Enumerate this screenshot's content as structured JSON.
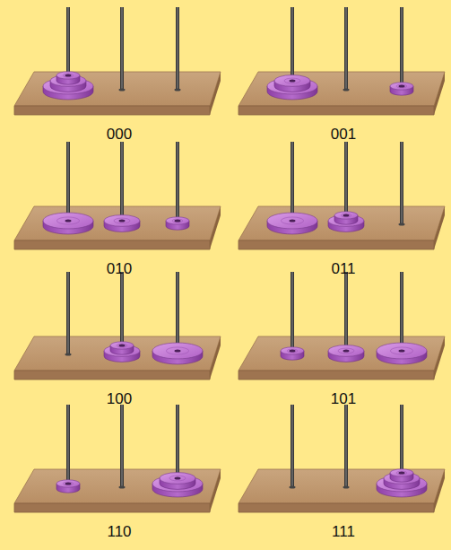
{
  "diagram": {
    "labels": [
      "000",
      "001",
      "010",
      "011",
      "100",
      "101",
      "110",
      "111"
    ]
  }
}
